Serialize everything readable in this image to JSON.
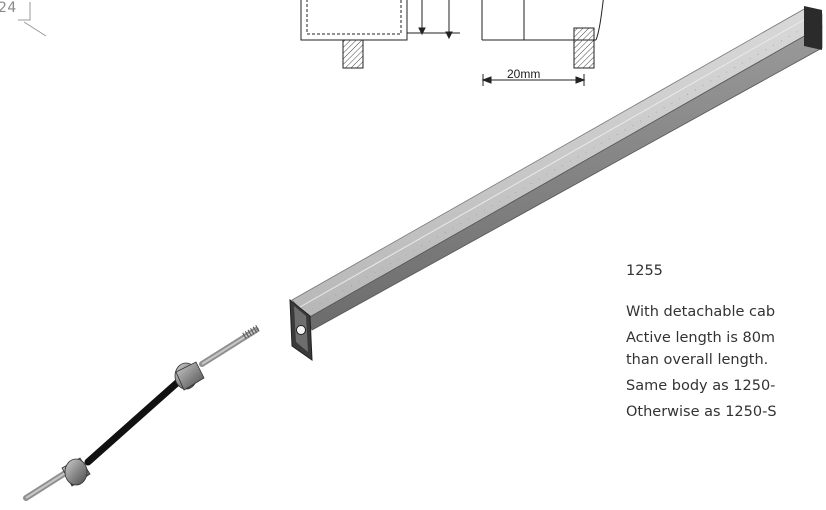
{
  "page_number": "24",
  "dimension_label": "20mm",
  "product": {
    "model": "1255",
    "lines": [
      "With detachable cab",
      "Active length is 80m",
      "than overall length.",
      "Same body as 1250-",
      "Otherwise as 1250-S"
    ]
  }
}
